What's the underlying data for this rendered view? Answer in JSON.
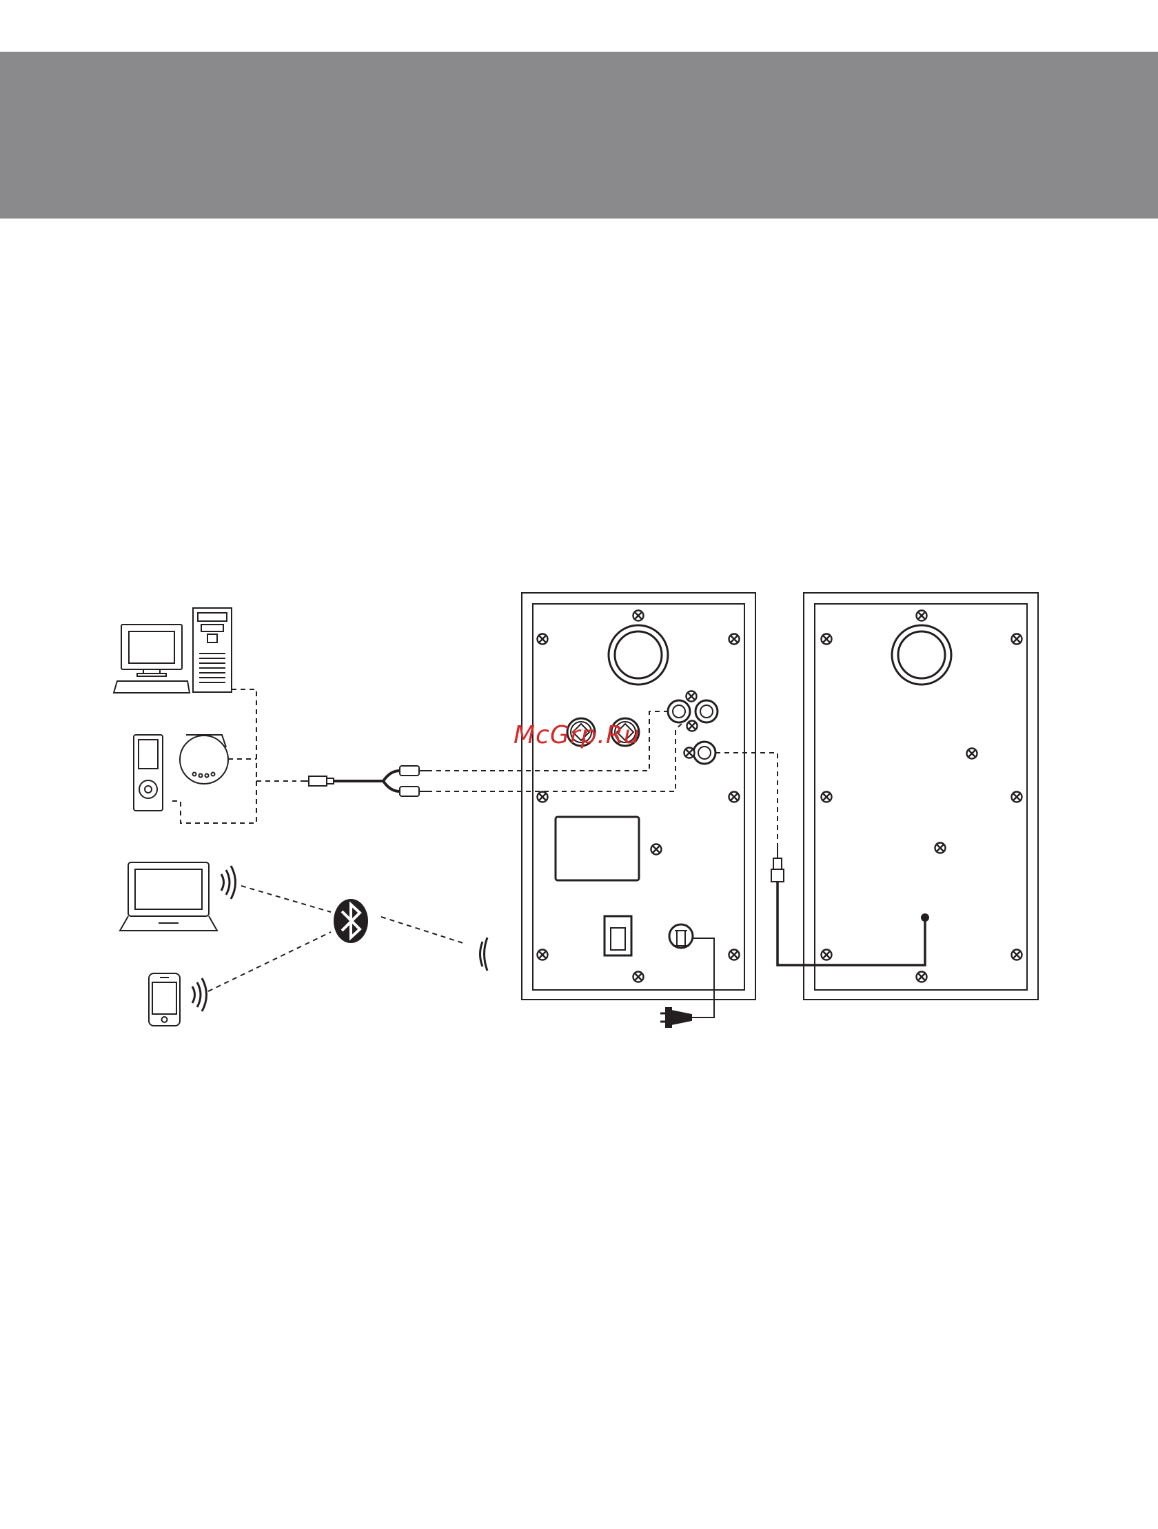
{
  "header": {
    "band_color": "#8a8a8c"
  },
  "colors": {
    "line": "#231f20",
    "page": "#ffffff",
    "watermark": "#d42a2a"
  },
  "watermark": {
    "text": "McGrp.Ru"
  },
  "icons": {
    "sources": [
      "desktop-computer-icon",
      "pc-tower-icon",
      "media-player-icon",
      "cd-player-icon",
      "laptop-icon",
      "smartphone-icon",
      "wireless-signal-icon",
      "bluetooth-icon"
    ],
    "cables": [
      "aux-3-5mm-plug-icon",
      "rca-plug-icon",
      "power-plug-icon"
    ],
    "speakers": [
      "active-speaker-rear-panel",
      "passive-speaker-rear-panel"
    ]
  }
}
